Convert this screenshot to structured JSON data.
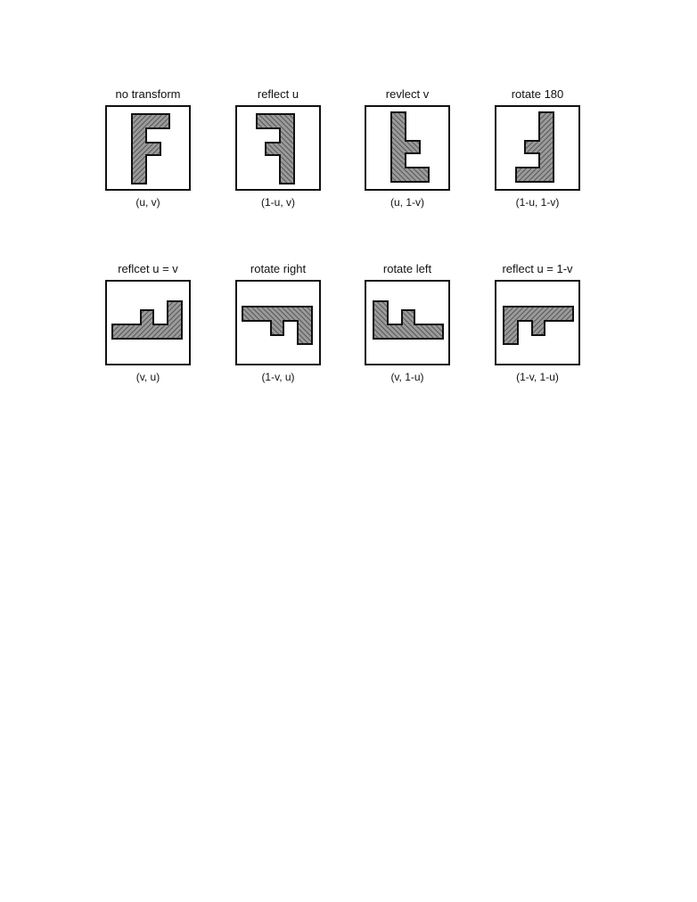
{
  "colors": {
    "stroke": "#111111",
    "hatch": "#555555",
    "fill": "#9a9a9a"
  },
  "transforms": [
    {
      "title": "no transform",
      "mapping": "(u, v)"
    },
    {
      "title": "reflect u",
      "mapping": "(1-u, v)"
    },
    {
      "title": "revlect v",
      "mapping": "(u, 1-v)"
    },
    {
      "title": "rotate 180",
      "mapping": "(1-u, 1-v)"
    },
    {
      "title": "reflcet u = v",
      "mapping": "(v, u)"
    },
    {
      "title": "rotate right",
      "mapping": "(1-v, u)"
    },
    {
      "title": "rotate left",
      "mapping": "(v, 1-u)"
    },
    {
      "title": "reflect u = 1-v",
      "mapping": "(1-v, 1-u)"
    }
  ]
}
